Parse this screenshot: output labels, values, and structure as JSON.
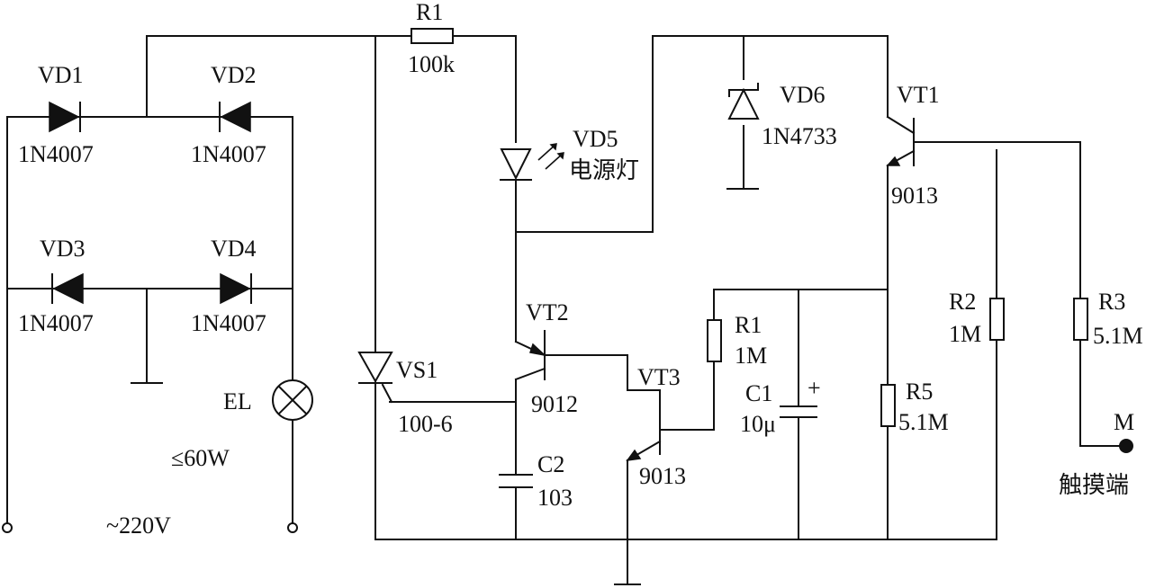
{
  "labels": {
    "r1_top": "R1",
    "r1_top_value": "100k",
    "vd1": "VD1",
    "vd1_part": "1N4007",
    "vd2": "VD2",
    "vd2_part": "1N4007",
    "vd3": "VD3",
    "vd3_part": "1N4007",
    "vd4": "VD4",
    "vd4_part": "1N4007",
    "vd5": "VD5",
    "vd5_desc": "电源灯",
    "vd6": "VD6",
    "vd6_part": "1N4733",
    "vt1": "VT1",
    "vt1_part": "9013",
    "vt2": "VT2",
    "vt2_part": "9012",
    "vt3": "VT3",
    "vt3_part": "9013",
    "vs1": "VS1",
    "vs1_part": "100-6",
    "r1_mid": "R1",
    "r1_mid_value": "1M",
    "c1": "C1",
    "c1_value": "10μ",
    "c1_plus": "+",
    "c2": "C2",
    "c2_value": "103",
    "r5": "R5",
    "r5_value": "5.1M",
    "r2": "R2",
    "r2_value": "1M",
    "r3": "R3",
    "r3_value": "5.1M",
    "el": "EL",
    "el_power": "≤60W",
    "supply": "~220V",
    "touch_m": "M",
    "touch_label": "触摸端"
  }
}
